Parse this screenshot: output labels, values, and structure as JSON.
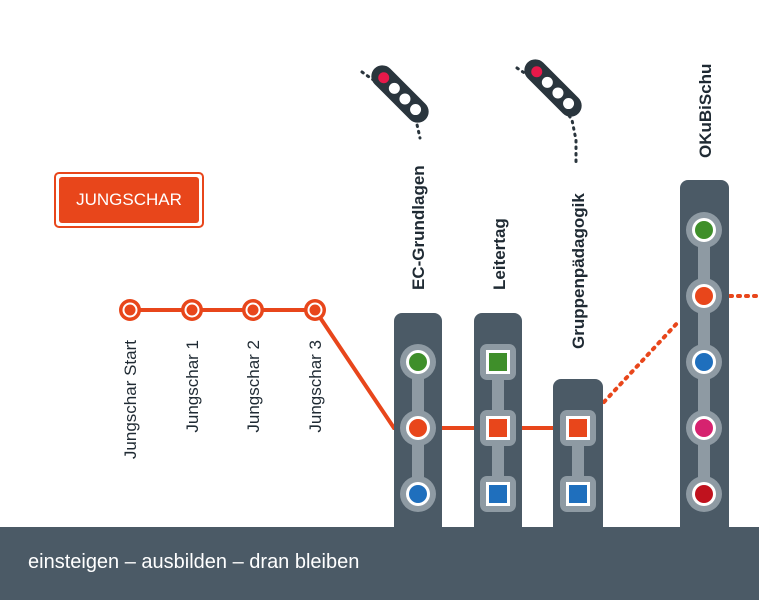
{
  "badge": {
    "label": "JUNGSCHAR"
  },
  "stops": [
    {
      "label": "Jungschar Start"
    },
    {
      "label": "Jungschar 1"
    },
    {
      "label": "Jungschar 2"
    },
    {
      "label": "Jungschar 3"
    }
  ],
  "columns": [
    {
      "label": "EC-Grundlagen",
      "nodes": [
        "circle-green",
        "circle-orange",
        "circle-blue"
      ]
    },
    {
      "label": "Leitertag",
      "nodes": [
        "square-green",
        "square-orange",
        "square-blue"
      ]
    },
    {
      "label": "Gruppenpädagogik",
      "nodes": [
        "square-orange",
        "square-blue"
      ]
    },
    {
      "label": "OKuBiSchu",
      "nodes": [
        "circle-green",
        "circle-orange",
        "circle-blue",
        "circle-pink",
        "circle-red"
      ]
    }
  ],
  "colors": {
    "orange": "#e8461b",
    "green": "#3f8f2a",
    "blue": "#1f6fbd",
    "pink": "#d6226f",
    "red": "#c0121e",
    "column": "#4b5a66",
    "node_ring": "#8e9aa3",
    "signal": "#e8194a"
  },
  "icons": [
    "signal-light-icon",
    "signal-light-icon"
  ],
  "footer": {
    "tagline": "einsteigen – ausbilden – dran bleiben"
  }
}
